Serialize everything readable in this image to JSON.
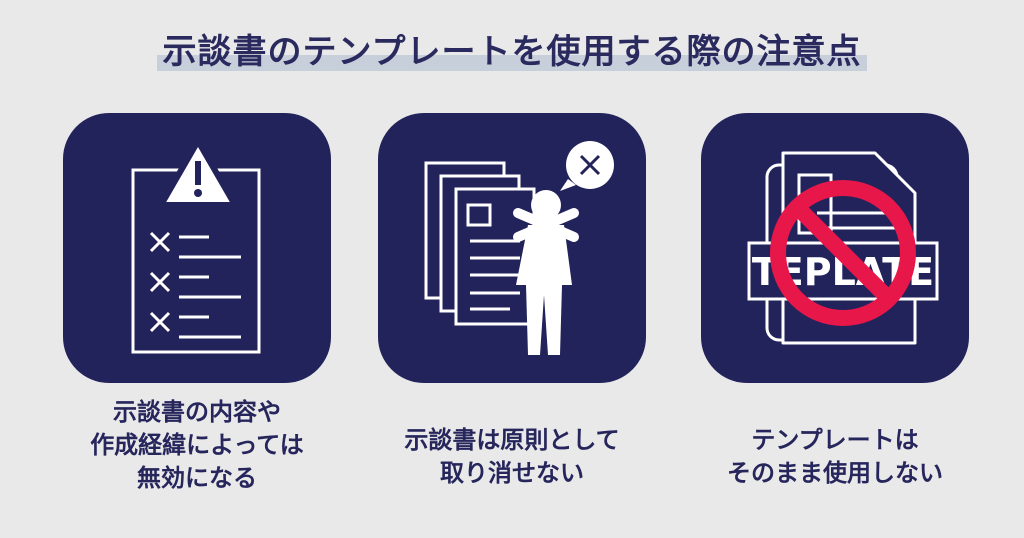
{
  "title": "示談書のテンプレートを使用する際の注意点",
  "colors": {
    "background": "#e9e9e9",
    "card": "#23235b",
    "text": "#26265c",
    "prohibit": "#e8174a",
    "highlight": "#c7cfdb"
  },
  "cards": [
    {
      "icon": "checklist-warning-icon",
      "lines": [
        "示談書の内容や",
        "作成経緯によっては",
        "無効になる"
      ]
    },
    {
      "icon": "person-crossed-arms-documents-icon",
      "lines": [
        "示談書は原則として",
        "取り消せない"
      ]
    },
    {
      "icon": "template-prohibited-icon",
      "icon_text": "TEPLATE",
      "lines": [
        "テンプレートは",
        "そのまま使用しない"
      ]
    }
  ]
}
